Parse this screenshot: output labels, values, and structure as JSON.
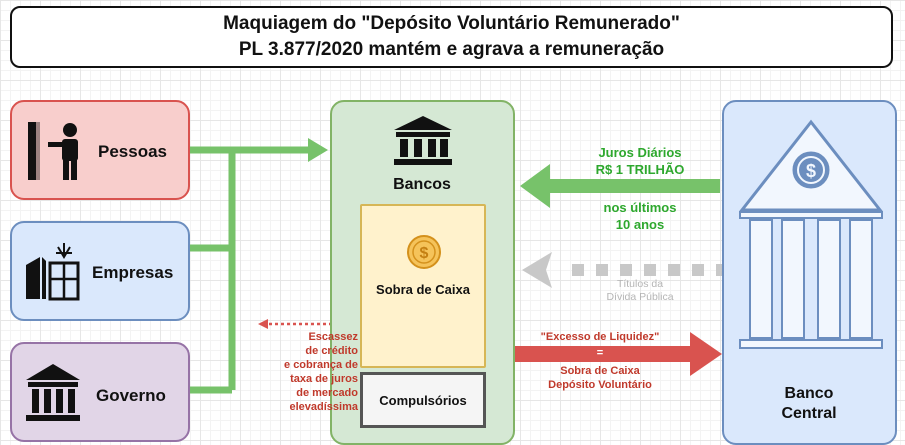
{
  "title": {
    "line1": "Maquiagem do \"Depósito Voluntário Remunerado\"",
    "line2": "PL 3.877/2020 mantém e agrava a remuneração"
  },
  "entities": {
    "pessoas": "Pessoas",
    "empresas": "Empresas",
    "governo": "Governo"
  },
  "bancos": {
    "label": "Bancos",
    "sobra": "Sobra de Caixa",
    "compulsorios": "Compulsórios"
  },
  "banco_central": {
    "line1": "Banco",
    "line2": "Central"
  },
  "juros": {
    "line1": "Juros Diários",
    "line2": "R$ 1 TRILHÃO",
    "line3": "nos últimos",
    "line4": "10 anos"
  },
  "titulos": {
    "line1": "Títulos da",
    "line2": "Dívida Pública"
  },
  "escassez": {
    "line1": "Escassez",
    "line2": "de crédito",
    "line3": "e cobrança de",
    "line4": "taxa de juros",
    "line5": "de mercado",
    "line6": "elevadíssima"
  },
  "excesso": {
    "line1": "\"Excesso de Liquidez\"",
    "line2": "=",
    "line3": "Sobra de Caixa",
    "line4": "Depósito Voluntário"
  },
  "colors": {
    "green": "#2ea82e",
    "red": "#c0392b",
    "gray": "#c8c8c8",
    "pessoas_fill": "#f8cecc",
    "empresas_fill": "#dae8fc",
    "governo_fill": "#e1d5e7",
    "bancos_fill": "#d5e8d4",
    "sobra_fill": "#fff2cc",
    "bc_fill": "#dae8fc"
  }
}
